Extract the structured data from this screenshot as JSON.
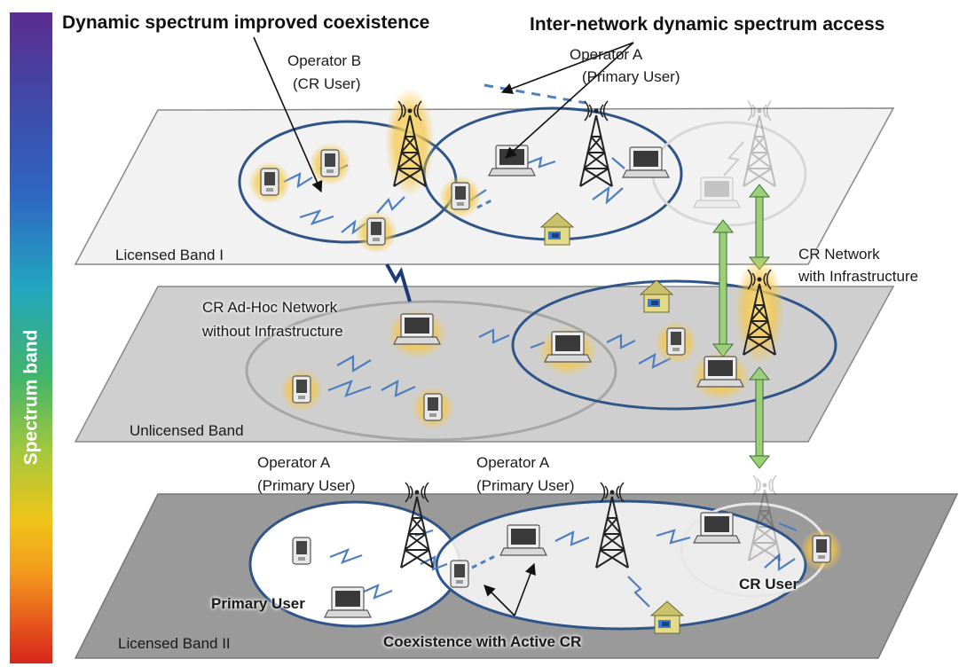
{
  "spectrum_bar": {
    "label": "Spectrum band",
    "gradient_colors": [
      "#5b2c90",
      "#3f4aa8",
      "#2f66c2",
      "#22a5c0",
      "#41b56a",
      "#a8c93a",
      "#f0c419",
      "#f39a1e",
      "#e5551c",
      "#d8261d"
    ]
  },
  "titles": {
    "left": "Dynamic spectrum improved coexistence",
    "right": "Inter-network dynamic spectrum access"
  },
  "planes": {
    "top": {
      "label": "Licensed Band I"
    },
    "middle": {
      "label": "Unlicensed Band"
    },
    "bottom": {
      "label": "Licensed Band II"
    }
  },
  "labels": {
    "operator_b": [
      "Operator B",
      "(CR User)"
    ],
    "operator_a_top": [
      "Operator A",
      "(Primary User)"
    ],
    "cr_network_infra": [
      "CR Network",
      "with Infrastructure"
    ],
    "cr_adhoc": [
      "CR Ad-Hoc Network",
      "without Infrastructure"
    ],
    "operator_a_bottom_left": [
      "Operator A",
      "(Primary User)"
    ],
    "operator_a_bottom_right": [
      "Operator A",
      "(Primary User)"
    ],
    "primary_user": "Primary User",
    "cr_user": "CR User",
    "coexistence": "Coexistence with Active CR"
  },
  "colors": {
    "cr_glow": "#f5c542",
    "network_ring": "#2f5588",
    "wireless_link": "#4d7fc0",
    "inter_band_arrow": "#6aa84f",
    "plane_top": "#f2f2f2",
    "plane_middle": "#cfcfcf",
    "plane_bottom": "#9a9a9a"
  },
  "icons": [
    "cell-tower-icon",
    "laptop-icon",
    "pda-icon",
    "house-icon",
    "lightning-link-icon"
  ]
}
